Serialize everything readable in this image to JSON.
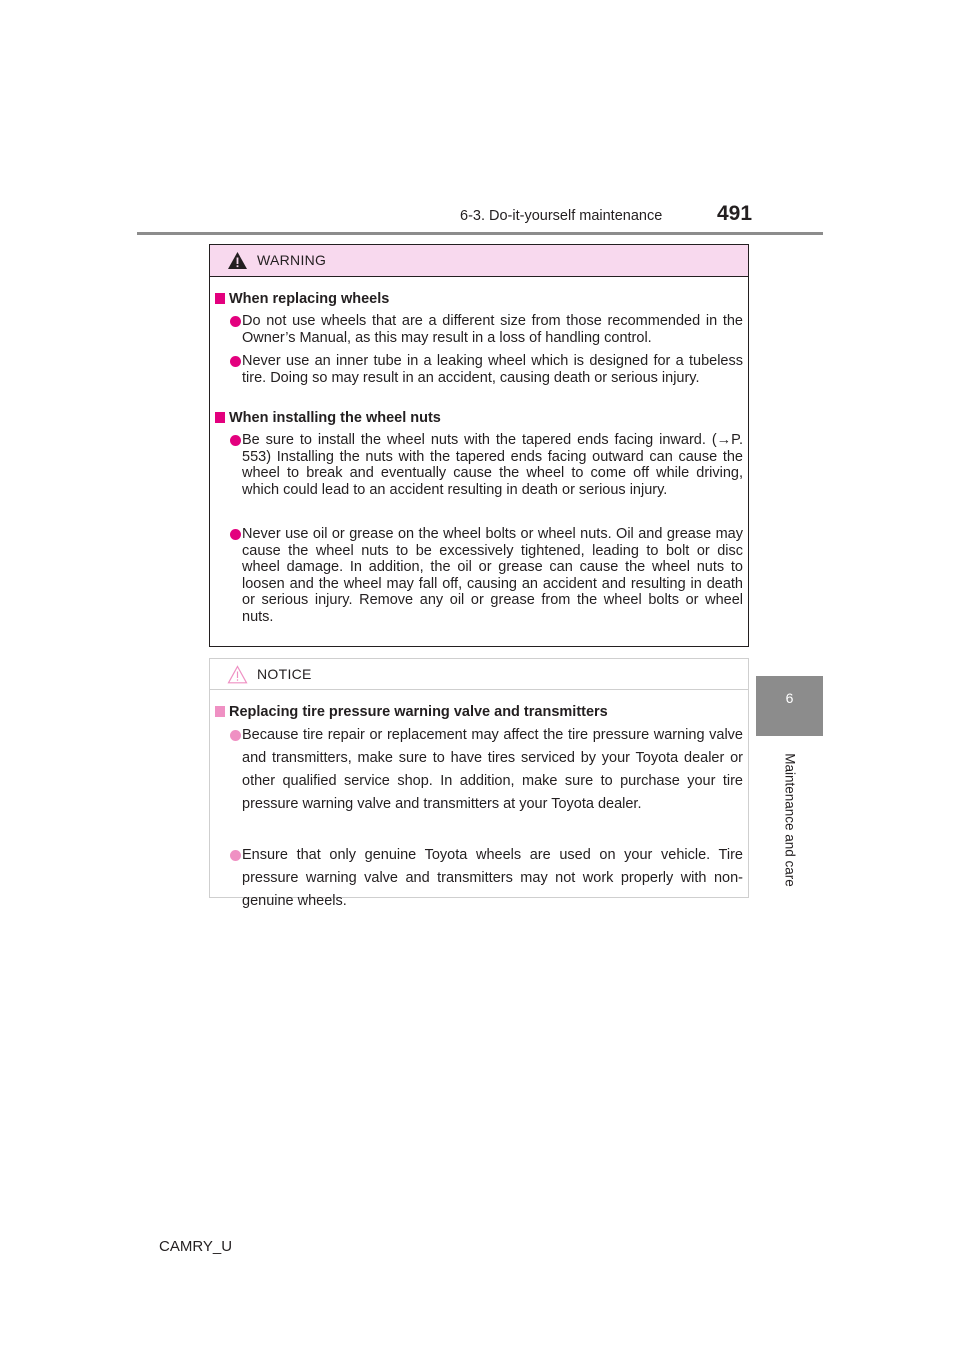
{
  "header": {
    "section": "6-3. Do-it-yourself maintenance",
    "page_number": "491"
  },
  "side_tab": {
    "chapter": "6",
    "label": "Maintenance and care"
  },
  "warning": {
    "label": "WARNING",
    "sections": [
      {
        "title": "When replacing wheels",
        "items": [
          "Do not use wheels that are a different size from those recommended in the Owner’s Manual, as this may result in a loss of handling control.",
          "Never use an inner tube in a leaking wheel which is designed for a tubeless tire. Doing so may result in an accident, causing death or serious injury."
        ]
      },
      {
        "title": "When installing the wheel nuts",
        "items": [
          "Be sure to install the wheel nuts with the tapered ends facing inward. (→P. 553) Installing the nuts with the tapered ends facing outward can cause the wheel to break and eventually cause the wheel to come off while driving, which could lead to an accident resulting in death or serious injury.",
          "Never use oil or grease on the wheel bolts or wheel nuts. Oil and grease may cause the wheel nuts to be excessively tightened, leading to bolt or disc wheel damage. In addition, the oil or grease can cause the wheel nuts to loosen and the wheel may fall off, causing an accident and resulting in death or serious injury. Remove any oil or grease from the wheel bolts or wheel nuts."
        ]
      }
    ]
  },
  "notice": {
    "label": "NOTICE",
    "sections": [
      {
        "title": "Replacing tire pressure warning valve and transmitters",
        "items": [
          "Because tire repair or replacement may affect the tire pressure warning valve and transmitters, make sure to have tires serviced by your Toyota dealer or other qualified service shop. In addition, make sure to purchase your tire pressure warning valve and transmitters at your Toyota dealer.",
          "Ensure that only genuine Toyota wheels are used on your vehicle. Tire pressure warning valve and transmitters may not work properly with non-genuine wheels."
        ]
      }
    ]
  },
  "footer": {
    "code": "CAMRY_U"
  },
  "colors": {
    "warning_bullet": "#e3007e",
    "warning_header_bg": "#f8d9ee",
    "notice_bullet": "#ef90c3",
    "side_tab_bg": "#8c8c8c"
  }
}
